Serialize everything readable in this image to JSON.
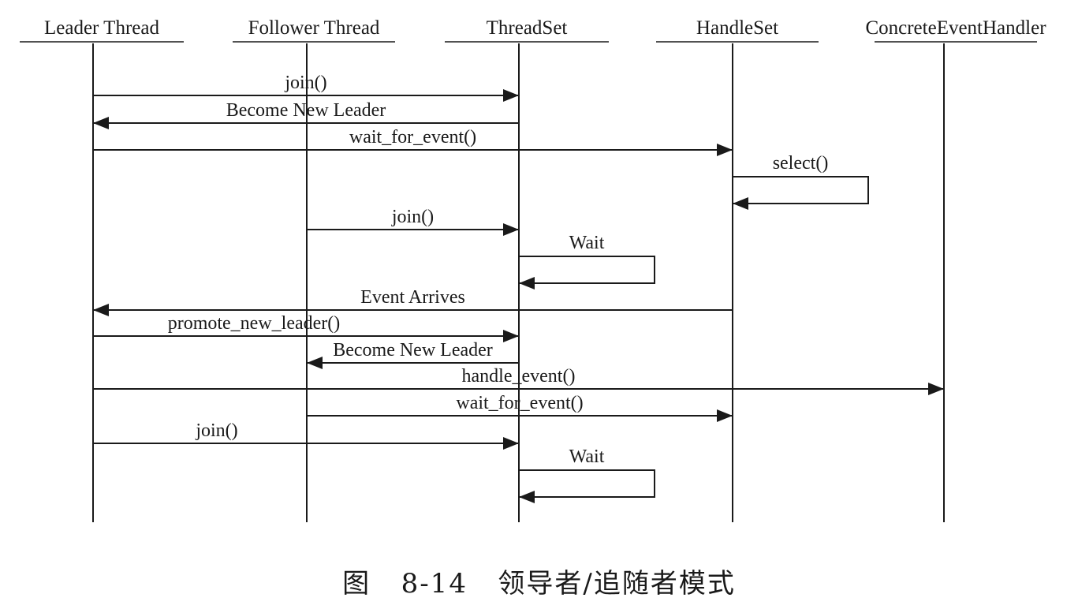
{
  "diagram": {
    "actors": [
      {
        "id": "leader",
        "label": "Leader Thread"
      },
      {
        "id": "follower",
        "label": "Follower Thread"
      },
      {
        "id": "threadset",
        "label": "ThreadSet"
      },
      {
        "id": "handleset",
        "label": "HandleSet"
      },
      {
        "id": "handler",
        "label": "ConcreteEventHandler"
      }
    ],
    "messages": [
      {
        "from": "leader",
        "to": "threadset",
        "label": "join()"
      },
      {
        "from": "threadset",
        "to": "leader",
        "label": "Become New Leader"
      },
      {
        "from": "leader",
        "to": "handleset",
        "label": "wait_for_event()"
      },
      {
        "from": "handleset",
        "to": "handleset",
        "label": "select()"
      },
      {
        "from": "follower",
        "to": "threadset",
        "label": "join()"
      },
      {
        "from": "threadset",
        "to": "threadset",
        "label": "Wait"
      },
      {
        "from": "handleset",
        "to": "leader",
        "label": "Event Arrives"
      },
      {
        "from": "leader",
        "to": "threadset",
        "label": "promote_new_leader()"
      },
      {
        "from": "threadset",
        "to": "follower",
        "label": "Become New Leader"
      },
      {
        "from": "leader",
        "to": "handler",
        "label": "handle_event()"
      },
      {
        "from": "follower",
        "to": "handleset",
        "label": "wait_for_event()"
      },
      {
        "from": "leader",
        "to": "threadset",
        "label": "join()"
      },
      {
        "from": "threadset",
        "to": "threadset",
        "label": "Wait"
      }
    ]
  },
  "caption": {
    "prefix": "图",
    "number": "8-14",
    "title": "领导者/追随者模式"
  }
}
